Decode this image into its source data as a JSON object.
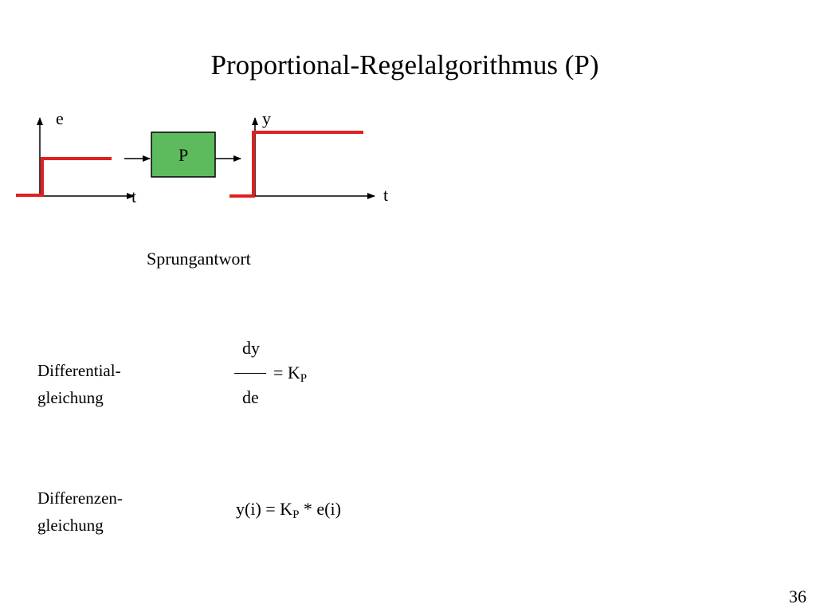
{
  "title": "Proportional-Regelalgorithmus (P)",
  "diagram": {
    "input_axis_y": "e",
    "input_axis_x": "t",
    "block": "P",
    "output_axis_y": "y",
    "output_axis_x": "t",
    "signal_color": "#e02020",
    "block_color": "#5dbb5d"
  },
  "caption": "Sprungantwort",
  "differential": {
    "label_line1": "Differential-",
    "label_line2": "gleichung",
    "numerator": "dy",
    "denominator": "de",
    "rhs_prefix": "= K",
    "rhs_sub": "P"
  },
  "difference": {
    "label_line1": "Differenzen-",
    "label_line2": "gleichung",
    "lhs": "y(i) = K",
    "sub": "P",
    "rhs": " * e(i)"
  },
  "page_number": "36"
}
